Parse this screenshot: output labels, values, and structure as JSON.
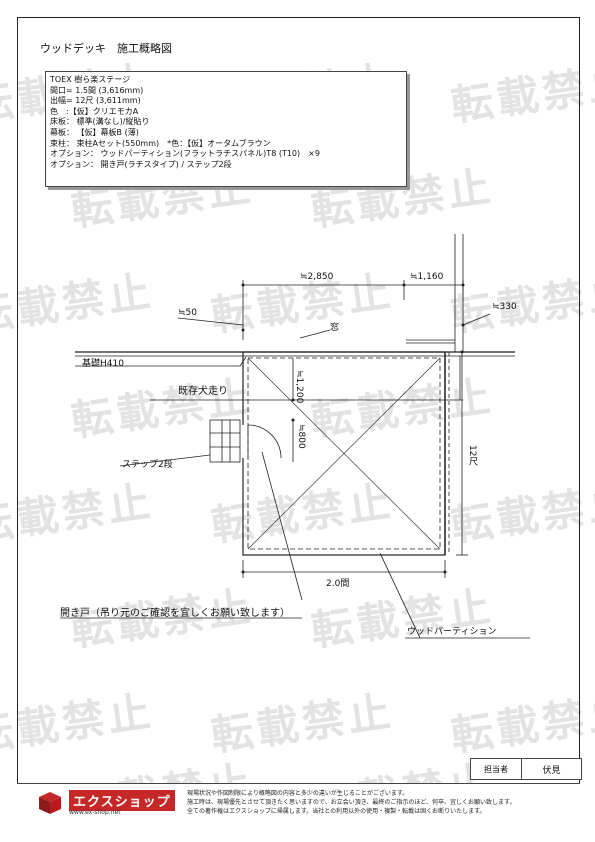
{
  "watermark": "転載禁止",
  "title": "ウッドデッキ　施工概略図",
  "spec": {
    "lines": [
      "TOEX 樹ら楽ステージ",
      "間口= 1.5間 (3,616mm)",
      "出幅= 12尺 (3,611mm)",
      "色　:【仮】クリエモカA",
      "床板： 標準(溝なし)/縦貼り",
      "幕板： 【仮】幕板B (薄)",
      "束柱： 束柱Aセット(550mm)　*色：【仮】オータムブラウン",
      "オプション： ウッドパーティション(フラットラチスパネル)T8 (T10)　×9",
      "オプション： 開き戸(ラチスタイプ) / ステップ2段"
    ]
  },
  "drawing": {
    "dim_top_left": "≒2,850",
    "dim_top_right": "≒1,160",
    "dim_50": "≒50",
    "dim_330": "≒330",
    "label_window": "窓",
    "label_foundation": "基礎H410",
    "label_existing": "既存犬走り",
    "dim_1200": "≒1,200",
    "dim_800": "≒800",
    "label_step": "ステップ2段",
    "dim_right": "12尺",
    "dim_bottom": "2.0間",
    "note_door": "開き戸（吊り元のご確認を宜しくお願い致します）",
    "label_partition": "ウッドパーティション"
  },
  "stamp": {
    "label": "担当者",
    "name": "伏見"
  },
  "footer": {
    "logo_text": "エクスショップ",
    "logo_url": "www.ex-shop.net",
    "disclaimer": [
      "現場状況や作図制限により概略図の内容と多少の違いが生じることがございます。",
      "施工時は、現場優先とさせて頂きたく思いますので、お立会い頂き、最終のご指示のほど、何卒、宜しくお願い致します。",
      "全ての著作権はエクスショップに帰属します。当社との利用以外の使用・複製・転載は固くお断りいたします。"
    ]
  },
  "colors": {
    "logo_red": "#c62828",
    "watermark": "#e3e3e3",
    "line": "#222222"
  }
}
